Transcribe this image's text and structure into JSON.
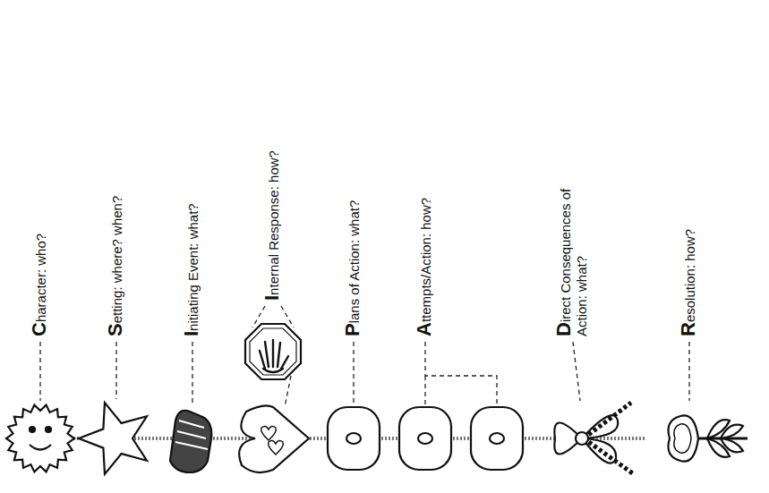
{
  "diagram": {
    "labels": [
      "Character: who?",
      "Setting: where? when?",
      "Initiating Event: what?",
      "Internal Response: how?",
      "Plans of Action: what?",
      "Attempts/Action: how?",
      "Direct Consequences of Action: what?",
      "Resolution: how?"
    ]
  }
}
